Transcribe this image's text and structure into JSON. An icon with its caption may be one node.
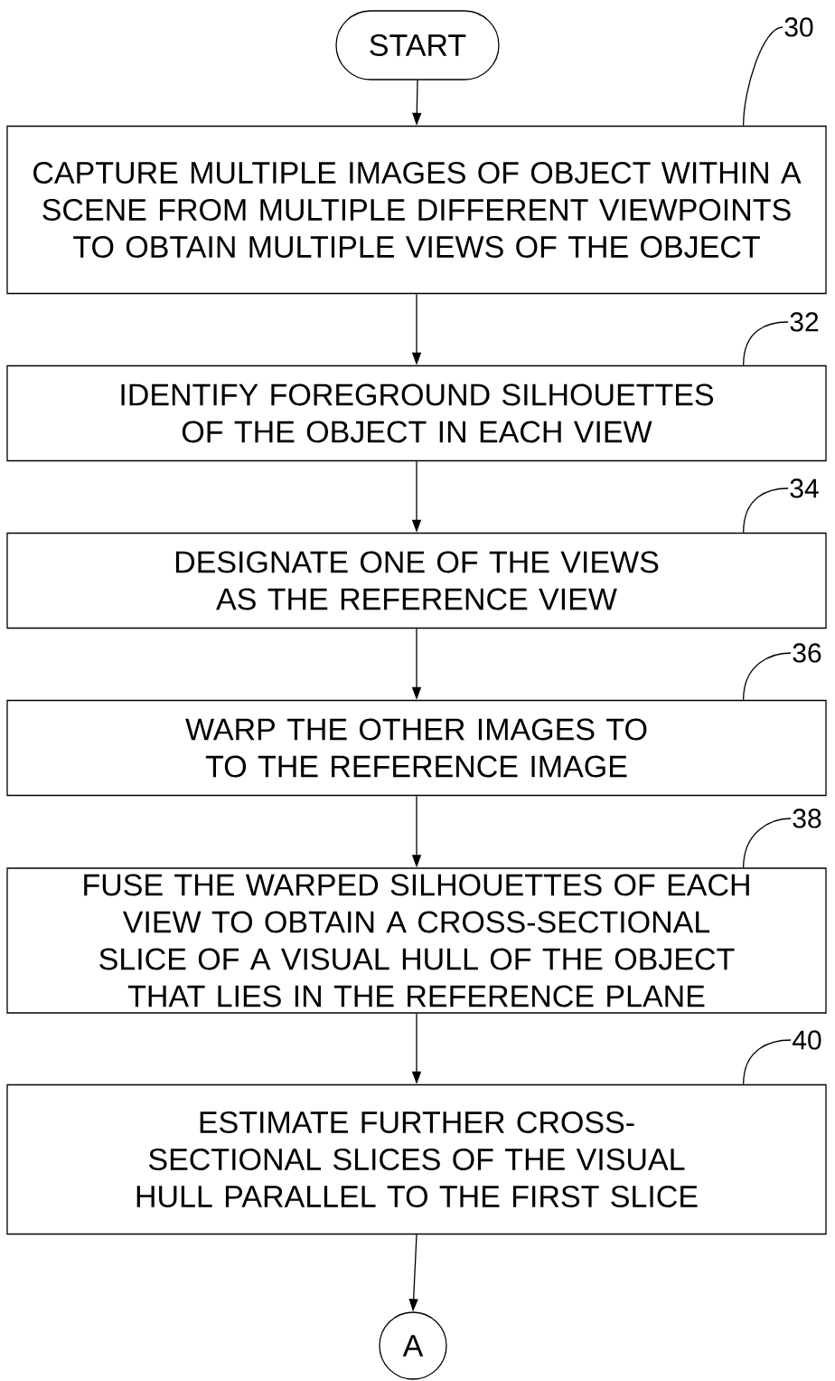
{
  "diagram": {
    "nodes": [
      {
        "text": [
          "START"
        ]
      },
      {
        "text": [
          "CAPTURE MULTIPLE IMAGES OF OBJECT WITHIN A SCENE FROM MULTIPLE DIFFERENT VIEWPOINTS TO OBTAIN MULTIPLE VIEWS OF THE OBJECT"
        ]
      },
      {
        "text": [
          "IDENTIFY FOREGROUND SILHOUETTES OF THE OBJECT IN EACH VIEW"
        ]
      },
      {
        "text": [
          "DESIGNATE ONE OF THE VIEWS AS THE REFERENCE VIEW"
        ]
      },
      {
        "text": [
          "WARP THE OTHER IMAGES TO TO THE REFERENCE IMAGE"
        ]
      },
      {
        "text": [
          "FUSE THE WARPED SILHOUETTES OF EACH VIEW TO OBTAIN A CROSS-SECTIONAL SLICE OF A VISUAL HULL OF THE OBJECT THAT LIES IN THE REFERENCE PLANE"
        ]
      },
      {
        "text": [
          "ESTIMATE FURTHER CROSS-SECTIONAL SLICES OF THE VISUAL HULL PARALLEL TO THE FIRST SLICE"
        ]
      },
      {
        "text": [
          "A"
        ]
      },
      {
        "text": [
          "30"
        ]
      },
      {
        "text": [
          "32"
        ]
      },
      {
        "text": [
          "34"
        ]
      },
      {
        "text": [
          "36"
        ]
      },
      {
        "text": [
          "38"
        ]
      },
      {
        "text": [
          "40"
        ]
      }
    ],
    "edges": [
      {
        "from": 0,
        "to": 1,
        "arrow": "to"
      },
      {
        "from": 1,
        "to": 2,
        "arrow": "to"
      },
      {
        "from": 2,
        "to": 3,
        "arrow": "to"
      },
      {
        "from": 3,
        "to": 4,
        "arrow": "to"
      },
      {
        "from": 4,
        "to": 5,
        "arrow": "to"
      },
      {
        "from": 5,
        "to": 6,
        "arrow": "to"
      },
      {
        "from": 6,
        "to": 7,
        "arrow": "to"
      },
      {
        "from": 8,
        "to": 1,
        "arrow": "none"
      },
      {
        "from": 9,
        "to": 2,
        "arrow": "none"
      },
      {
        "from": 10,
        "to": 3,
        "arrow": "none"
      },
      {
        "from": 11,
        "to": 4,
        "arrow": "none"
      },
      {
        "from": 12,
        "to": 5,
        "arrow": "none"
      },
      {
        "from": 13,
        "to": 6,
        "arrow": "none"
      }
    ]
  }
}
